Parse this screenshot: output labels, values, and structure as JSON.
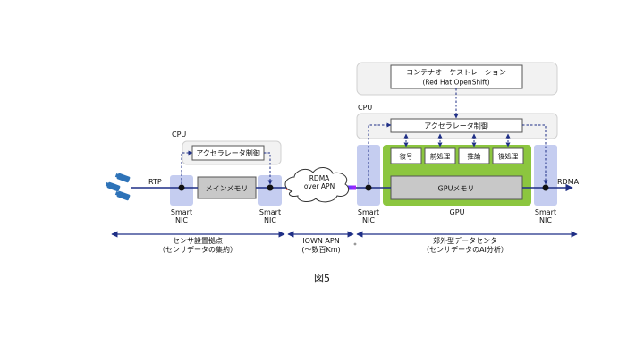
{
  "labels": {
    "rtp": "RTP",
    "rdma_out": "RDMA",
    "rdma_over_apn": [
      "RDMA",
      "over APN"
    ],
    "cpu_left": "CPU",
    "cpu_right": "CPU",
    "accelerator_control_left": "アクセラレータ制御",
    "accelerator_control_right": "アクセラレータ制御",
    "main_memory": "メインメモリ",
    "container_orchestration": [
      "コンテナオーケストレーション",
      "(Red Hat OpenShift)"
    ],
    "gpu_stages": [
      "復号",
      "前処理",
      "推論",
      "後処理"
    ],
    "gpu_memory": "GPUメモリ",
    "gpu": "GPU",
    "smart_nic": [
      "Smart",
      "NIC"
    ]
  },
  "regions": [
    {
      "lines": [
        "センサ設置拠点",
        "（センサデータの集約）"
      ]
    },
    {
      "lines": [
        "IOWN APN",
        "(～数百Km)"
      ]
    },
    {
      "lines": [
        "郊外型データセンタ",
        "（センサデータのAI分析）"
      ]
    }
  ],
  "caption": "図5",
  "colors": {
    "nic_fill": "#c5cdf0",
    "gpu_fill": "#8cc63f",
    "memory_fill": "#c8c8c8",
    "line_blue": "#1f2f86",
    "camera_blue": "#2e73b8"
  }
}
